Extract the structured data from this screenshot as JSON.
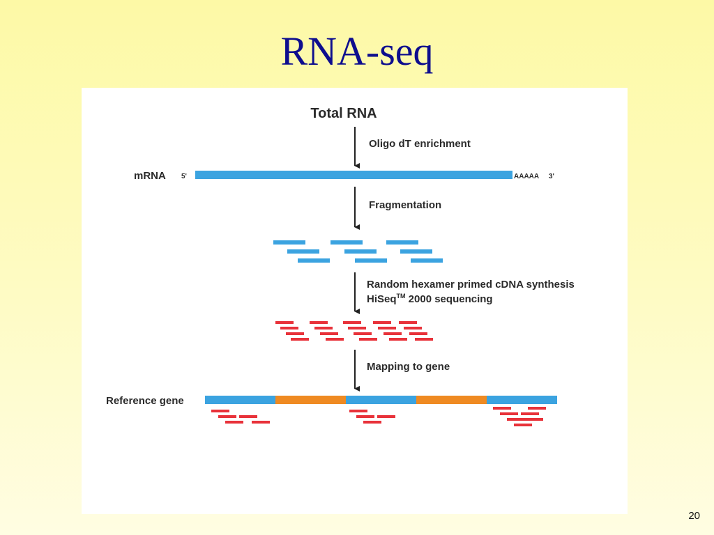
{
  "slide": {
    "title": "RNA-seq",
    "page_number": "20"
  },
  "diagram": {
    "top_label": "Total RNA",
    "steps": [
      {
        "label": "Oligo dT enrichment"
      },
      {
        "label": "Fragmentation"
      },
      {
        "label": "Random hexamer primed cDNA synthesis",
        "label2_main": "HiSeq",
        "label2_sup": "TM",
        "label2_rest": " 2000 sequencing"
      },
      {
        "label": "Mapping to gene"
      }
    ],
    "mrna_label": "mRNA",
    "five_prime": "5'",
    "polya_label": "AAAAA",
    "three_prime": "3'",
    "reference_label": "Reference gene",
    "colors": {
      "mrna": "#3ba3e0",
      "reads": "#e8323a",
      "exon": "#3ba3e0",
      "intron": "#ef8a22",
      "arrow": "#222222"
    }
  }
}
